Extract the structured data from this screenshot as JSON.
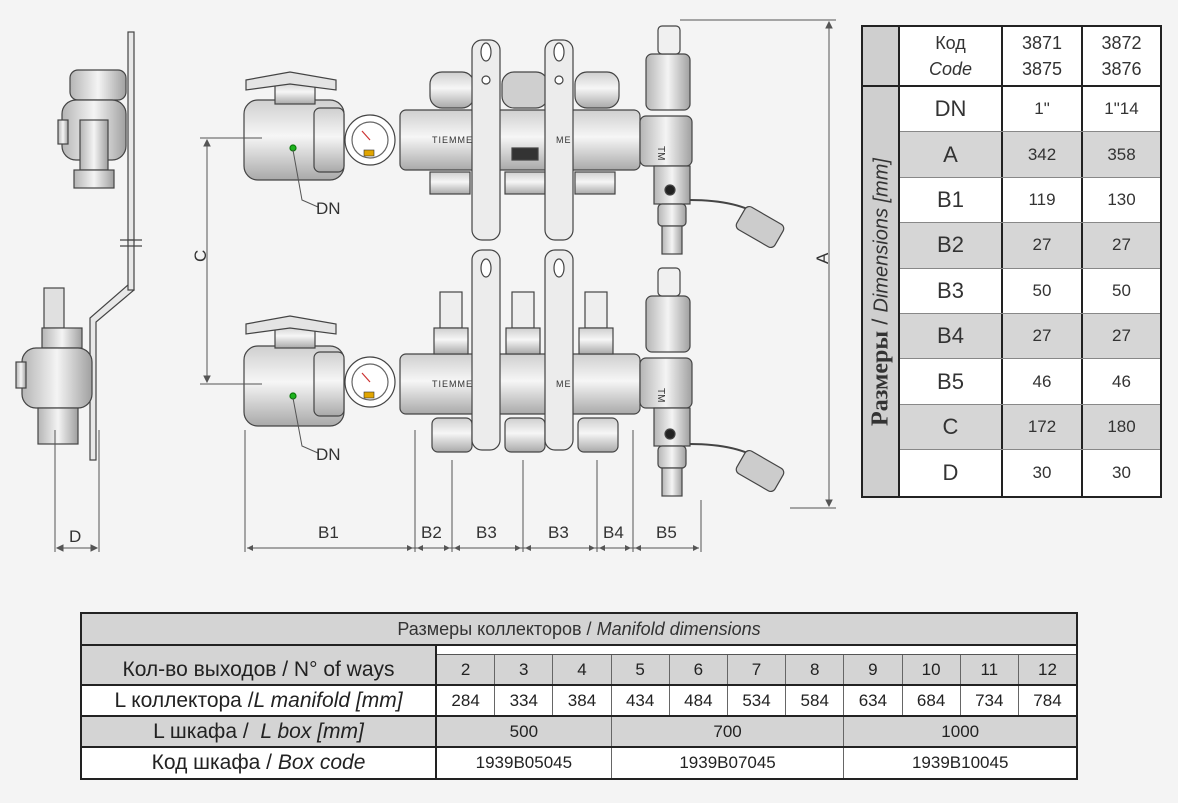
{
  "drawing": {
    "label_dn": "DN",
    "label_c": "C",
    "label_a": "A",
    "label_d": "D",
    "brand_text": "TIEMME",
    "brand_text_short": "ME",
    "tm_label": "TM",
    "bottom_dims": [
      "B1",
      "B2",
      "B3",
      "B3",
      "B4",
      "B5"
    ]
  },
  "dimensions_table": {
    "code_label": "Код",
    "code_label_en": "Code",
    "codes_col1": [
      "3871",
      "3875"
    ],
    "codes_col2": [
      "3872",
      "3876"
    ],
    "side_label_ru": "Размеры",
    "side_label_sep": " / ",
    "side_label_en": "Dimensions [mm]",
    "rows": [
      {
        "label": "DN",
        "v1": "1\"",
        "v2": "1\"14"
      },
      {
        "label": "A",
        "v1": "342",
        "v2": "358"
      },
      {
        "label": "B1",
        "v1": "119",
        "v2": "130"
      },
      {
        "label": "B2",
        "v1": "27",
        "v2": "27"
      },
      {
        "label": "B3",
        "v1": "50",
        "v2": "50"
      },
      {
        "label": "B4",
        "v1": "27",
        "v2": "27"
      },
      {
        "label": "B5",
        "v1": "46",
        "v2": "46"
      },
      {
        "label": "C",
        "v1": "172",
        "v2": "180"
      },
      {
        "label": "D",
        "v1": "30",
        "v2": "30"
      }
    ]
  },
  "manifold_table": {
    "title_ru": "Размеры коллекторов /",
    "title_en": "Manifold dimensions",
    "ways_label": "Кол-во выходов / N° of ways",
    "ways": [
      "2",
      "3",
      "4",
      "5",
      "6",
      "7",
      "8",
      "9",
      "10",
      "11",
      "12"
    ],
    "length_label_ru": "L коллектора / ",
    "length_label_en": "L manifold [mm]",
    "lengths": [
      "284",
      "334",
      "384",
      "434",
      "484",
      "534",
      "584",
      "634",
      "684",
      "734",
      "784"
    ],
    "box_label_ru": "L шкафа /  ",
    "box_label_en": "L box [mm]",
    "box_lengths": [
      "500",
      "700",
      "1000"
    ],
    "code_label_ru": "Код шкафа / ",
    "code_label_en": "Box code",
    "box_codes": [
      "1939B05045",
      "1939B07045",
      "1939B10045"
    ]
  }
}
